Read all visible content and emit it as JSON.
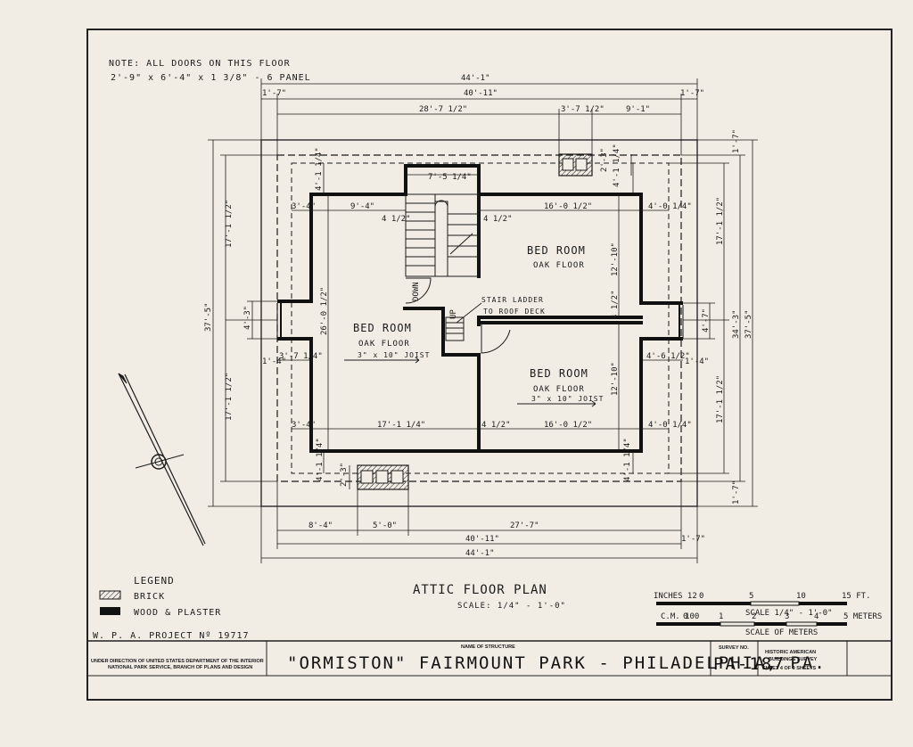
{
  "note": {
    "line1": "NOTE: ALL DOORS ON THIS FLOOR",
    "line2": "2'-9\" x 6'-4\" x 1 3/8\" - 6 PANEL"
  },
  "rooms": {
    "bed1": {
      "name": "BED ROOM",
      "floor": "OAK FLOOR",
      "joist": "3\" x 10\" JOIST"
    },
    "bed2": {
      "name": "BED ROOM",
      "floor": "OAK FLOOR"
    },
    "bed3": {
      "name": "BED ROOM",
      "floor": "OAK FLOOR",
      "joist": "3\" x 10\" JOIST"
    }
  },
  "stair_note": {
    "line1": "STAIR LADDER",
    "line2": "TO ROOF DECK"
  },
  "stair_labels": {
    "down": "DOWN",
    "up": "UP"
  },
  "dimensions": {
    "top_44": "44'-1\"",
    "top_40": "40'-11\"",
    "top_17_left": "1'-7\"",
    "top_17_right": "1'-7\"",
    "top_28": "28'-7 1/2\"",
    "top_3_7": "3'-7 1/2\"",
    "top_9_1": "9'-1\"",
    "stair_w": "7'-5 1/4\"",
    "chimney_d": "2'-3\"",
    "chimney_off": "4'-1 1/4\"",
    "left_top_off": "4'-1 1/4\"",
    "r1_3_4": "3'-4\"",
    "r1_9_4": "9'-4\"",
    "r1_4_half": "4 1/2\"",
    "r2_4_half": "4 1/2\"",
    "r2_16": "16'-0 1/2\"",
    "r2_4_0": "4'-0 1/4\"",
    "r2_12_10": "12'-10\"",
    "mid_4_half": "4 1/2\"",
    "r1_26": "26'-0 1/2\"",
    "left_4_3": "4'-3\"",
    "left_1_4": "1'-4\"",
    "left_3_7": "3'-7 1/4\"",
    "right_4_7": "4'-7\"",
    "right_4_6": "4'-6 1/2\"",
    "right_1_4": "1'-4\"",
    "r3_12_10": "12'-10\"",
    "bot_3_4": "3'-4\"",
    "bot_17": "17'-1 1/4\"",
    "bot_4_half": "4 1/2\"",
    "bot_16": "16'-0 1/2\"",
    "bot_4_0": "4'-0 1/4\"",
    "bot_left_off": "4'-1 1/4\"",
    "bot_chim": "2'-3\"",
    "bot_right_off": "4'-1 1/4\"",
    "b_8_4": "8'-4\"",
    "b_5_0": "5'-0\"",
    "b_27_7": "27'-7\"",
    "b_40": "40'-11\"",
    "b_1_7": "1'-7\"",
    "b_44": "44'-1\"",
    "l_17_top": "17'-1 1/2\"",
    "l_37": "37'-5\"",
    "l_17_bot": "17'-1 1/2\"",
    "rr_17_top": "17'-1 1/2\"",
    "rr_34": "34'-3\"",
    "rr_37": "37'-5\"",
    "rr_17_bot": "17'-1 1/2\"",
    "rr_1_7_top": "1'-7\"",
    "rr_1_7_bot": "1'-7\""
  },
  "legend": {
    "title": "LEGEND",
    "brick": "BRICK",
    "wood": "WOOD & PLASTER",
    "project": "W. P. A. PROJECT Nº 19717"
  },
  "plan_title": {
    "title": "ATTIC FLOOR PLAN",
    "scale": "SCALE: 1/4\" - 1'-0\""
  },
  "scales": {
    "inches_label": "INCHES 12",
    "in_ticks": [
      "0",
      "5",
      "10",
      "15 FT."
    ],
    "scale_note": "SCALE 1/4\" - 1'-0\"",
    "cm_label": "C.M. 100",
    "m_ticks": [
      "0",
      "1",
      "2",
      "3",
      "4",
      "5 METERS"
    ],
    "meters_note": "SCALE OF METERS"
  },
  "title_block": {
    "direction_line1": "UNDER DIRECTION OF UNITED STATES DEPARTMENT OF THE INTERIOR",
    "direction_line2": "NATIONAL PARK SERVICE, BRANCH OF PLANS AND DESIGN",
    "name_label": "NAME OF STRUCTURE",
    "name": "\"ORMISTON\" FAIRMOUNT PARK - PHILADELPHIA, PA.",
    "survey_label": "SURVEY NO.",
    "survey_no": "PA-187",
    "habs1": "HISTORIC AMERICAN",
    "habs2": "BUILDINGS SURVEY",
    "sheet": "SHEET 4 OF 9 SHEETS"
  },
  "colors": {
    "paper": "#f1ede4",
    "ink": "#1b1b1b"
  }
}
